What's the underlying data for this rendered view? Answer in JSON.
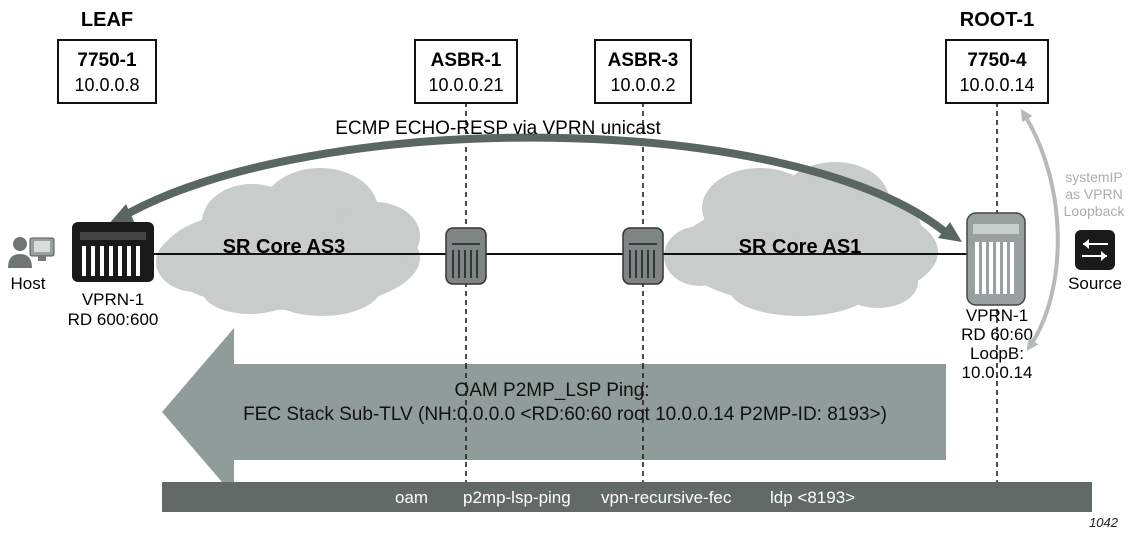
{
  "labels": {
    "leaf": "LEAF",
    "root": "ROOT-1"
  },
  "nodes": {
    "leaf_pe": {
      "name": "7750-1",
      "ip": "10.0.0.8"
    },
    "asbr1": {
      "name": "ASBR-1",
      "ip": "10.0.0.21"
    },
    "asbr3": {
      "name": "ASBR-3",
      "ip": "10.0.0.2"
    },
    "root_pe": {
      "name": "7750-4",
      "ip": "10.0.0.14"
    }
  },
  "echo_resp": "ECMP ECHO-RESP via VPRN unicast",
  "systemip_note": [
    "systemIP",
    "as VPRN",
    "Loopback"
  ],
  "clouds": {
    "as3": "SR Core AS3",
    "as1": "SR Core AS1"
  },
  "host_label": "Host",
  "source_label": "Source",
  "leaf_vprn": [
    "VPRN-1",
    "RD 600:600"
  ],
  "root_vprn": [
    "VPRN-1",
    "RD 60:60",
    "LoopB:",
    "10.0.0.14"
  ],
  "oam_arrow": [
    "OAM P2MP_LSP Ping:",
    "FEC Stack Sub-TLV (NH:0.0.0.0 <RD:60:60 root 10.0.0.14 P2MP-ID: 8193>)"
  ],
  "command_bar": {
    "parts": [
      "oam",
      "p2mp-lsp-ping",
      "vpn-recursive-fec",
      "ldp <8193>"
    ]
  },
  "figure_number": "1042",
  "colors": {
    "cloud": "#c8ccca",
    "arrow": "#8f9c99",
    "arrow_dark": "#5a6664",
    "bar": "#626a68",
    "router_dark": "#1a1a1a",
    "router_grey": "#8a8f8e",
    "note_grey": "#a9adac"
  }
}
